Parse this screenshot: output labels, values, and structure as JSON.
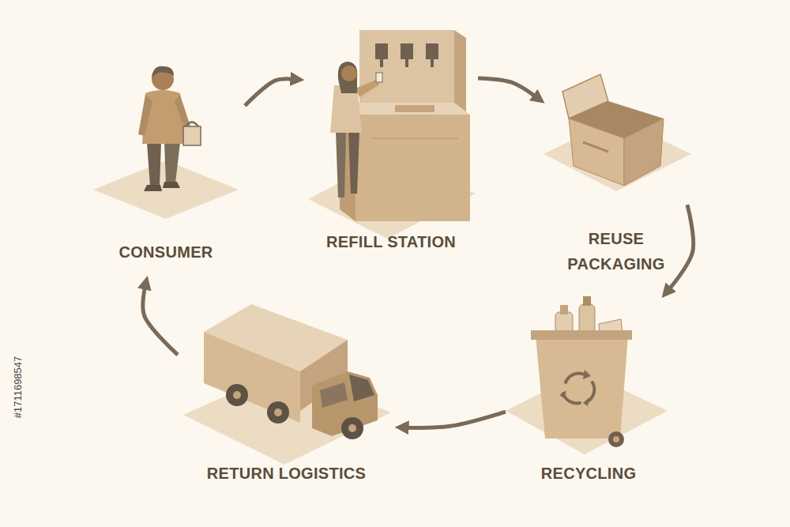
{
  "diagram": {
    "nodes": [
      {
        "text": [
          "CONSUMER"
        ]
      },
      {
        "text": [
          "REFILL STATION"
        ]
      },
      {
        "text": [
          "REUSE PACKAGING"
        ]
      },
      {
        "text": [
          "RECYCLING"
        ]
      },
      {
        "text": [
          "RETURN LOGISTICS"
        ]
      }
    ],
    "edges": [
      {
        "from": 0,
        "to": 1,
        "arrow": "to"
      },
      {
        "from": 1,
        "to": 2,
        "arrow": "to"
      },
      {
        "from": 2,
        "to": 3,
        "arrow": "to"
      },
      {
        "from": 3,
        "to": 4,
        "arrow": "to"
      },
      {
        "from": 4,
        "to": 0,
        "arrow": "to"
      }
    ],
    "labels": [
      "#1711698547"
    ]
  }
}
